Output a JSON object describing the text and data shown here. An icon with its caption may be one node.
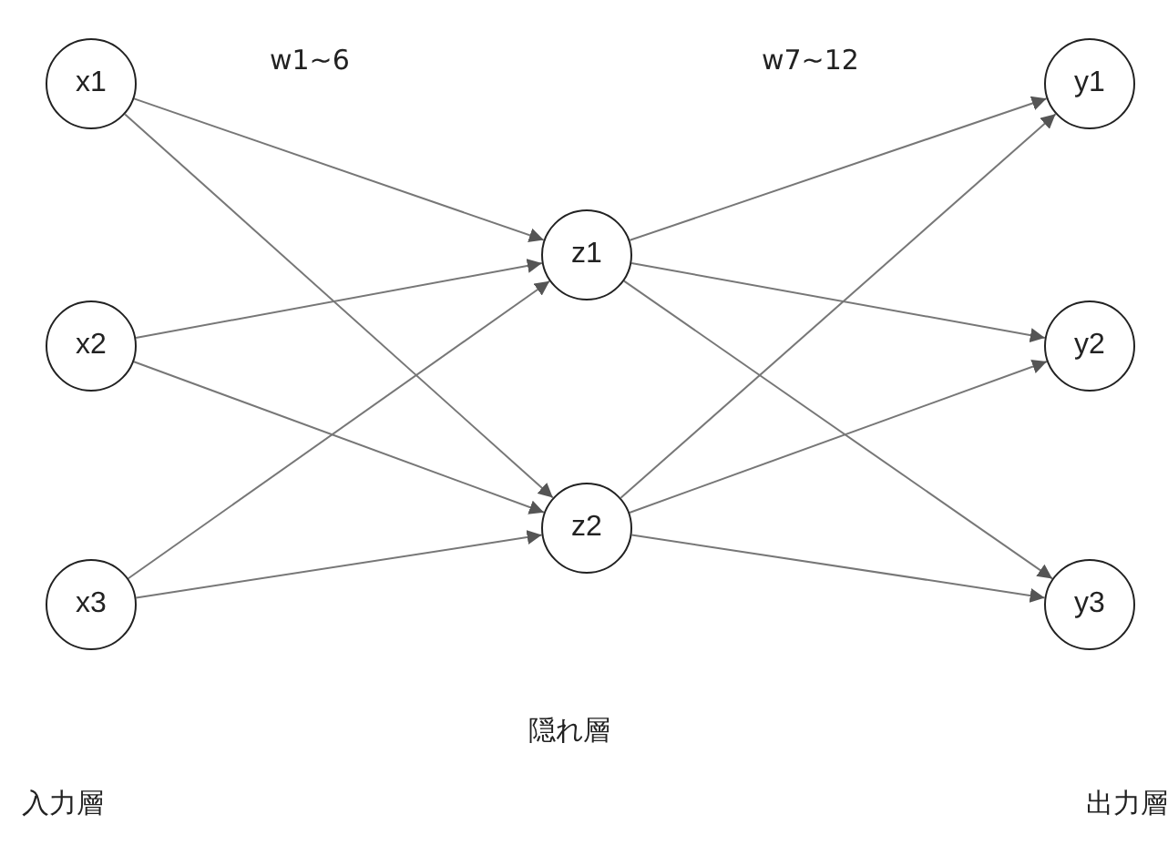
{
  "diagram": {
    "nodes": [
      {
        "text": [
          "x1"
        ]
      },
      {
        "text": [
          "x2"
        ]
      },
      {
        "text": [
          "x3"
        ]
      },
      {
        "text": [
          "z1"
        ]
      },
      {
        "text": [
          "z2"
        ]
      },
      {
        "text": [
          "y1"
        ]
      },
      {
        "text": [
          "y2"
        ]
      },
      {
        "text": [
          "y3"
        ]
      }
    ],
    "edges": [
      {
        "from": 0,
        "to": 3,
        "arrow": "to"
      },
      {
        "from": 0,
        "to": 4,
        "arrow": "to"
      },
      {
        "from": 1,
        "to": 3,
        "arrow": "to"
      },
      {
        "from": 1,
        "to": 4,
        "arrow": "to"
      },
      {
        "from": 2,
        "to": 3,
        "arrow": "to"
      },
      {
        "from": 2,
        "to": 4,
        "arrow": "to"
      },
      {
        "from": 3,
        "to": 5,
        "arrow": "to"
      },
      {
        "from": 3,
        "to": 6,
        "arrow": "to"
      },
      {
        "from": 3,
        "to": 7,
        "arrow": "to"
      },
      {
        "from": 4,
        "to": 5,
        "arrow": "to"
      },
      {
        "from": 4,
        "to": 6,
        "arrow": "to"
      },
      {
        "from": 4,
        "to": 7,
        "arrow": "to"
      }
    ],
    "labels": [
      "w1~6",
      "w7~12",
      "隠れ層",
      "入力層",
      "出力層"
    ]
  }
}
